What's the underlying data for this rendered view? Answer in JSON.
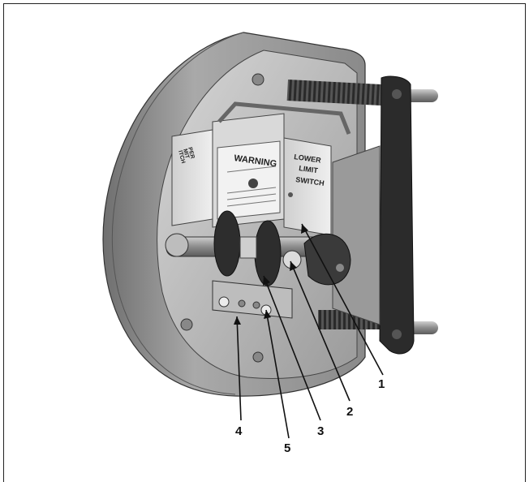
{
  "figure": {
    "switch_labels": {
      "warning_plate": "WARNING",
      "lower_switch_line1": "LOWER",
      "lower_switch_line2": "LIMIT",
      "lower_switch_line3": "SWITCH",
      "upper_switch_line1": "PER",
      "upper_switch_line2": "MIT",
      "upper_switch_line3": "ITCH"
    },
    "callouts": [
      {
        "id": "1",
        "label": "1"
      },
      {
        "id": "2",
        "label": "2"
      },
      {
        "id": "3",
        "label": "3"
      },
      {
        "id": "4",
        "label": "4"
      },
      {
        "id": "5",
        "label": "5"
      }
    ]
  }
}
